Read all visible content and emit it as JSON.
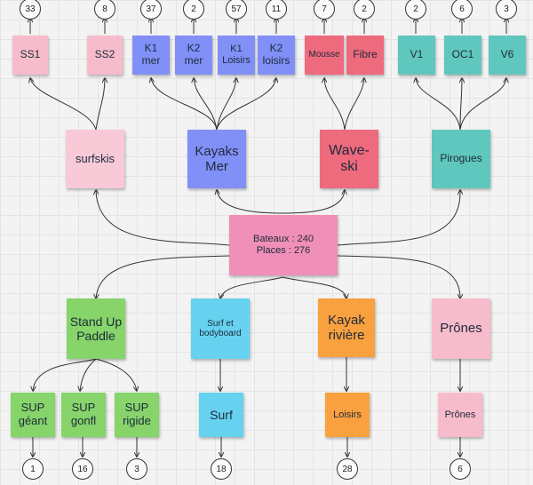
{
  "center": {
    "line1": "Bateaux : 240",
    "line2": "Places : 276"
  },
  "categories": {
    "surfskis": "surfskis",
    "kayaks_mer": "Kayaks Mer",
    "waveski": "Wave-ski",
    "pirogues": "Pirogues",
    "sup": "Stand Up Paddle",
    "surf_bodyboard": "Surf et bodyboard",
    "kayak_riviere": "Kayak rivière",
    "prones": "Prônes"
  },
  "top_items": [
    {
      "label": "SS1",
      "count": "33"
    },
    {
      "label": "SS2",
      "count": "8"
    },
    {
      "label": "K1 mer",
      "count": "37"
    },
    {
      "label": "K2 mer",
      "count": "2"
    },
    {
      "label": "K1 Loisirs",
      "count": "57"
    },
    {
      "label": "K2 loisirs",
      "count": "11"
    },
    {
      "label": "Mousse",
      "count": "7"
    },
    {
      "label": "Fibre",
      "count": "2"
    },
    {
      "label": "V1",
      "count": "2"
    },
    {
      "label": "OC1",
      "count": "6"
    },
    {
      "label": "V6",
      "count": "3"
    }
  ],
  "bottom_items": [
    {
      "label": "SUP géant",
      "count": "1"
    },
    {
      "label": "SUP gonfl",
      "count": "16"
    },
    {
      "label": "SUP rigide",
      "count": "3"
    },
    {
      "label": "Surf",
      "count": "18"
    },
    {
      "label": "Loisirs",
      "count": "28"
    },
    {
      "label": "Prônes",
      "count": "6"
    }
  ]
}
